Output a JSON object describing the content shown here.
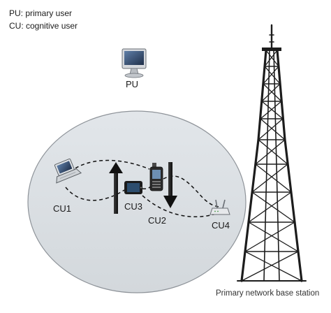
{
  "legend": {
    "pu": "PU: primary user",
    "cu": "CU: cognitive user"
  },
  "nodes": {
    "pu": {
      "label": "PU",
      "icon": "monitor-icon"
    },
    "cu1": {
      "label": "CU1",
      "icon": "laptop-icon"
    },
    "cu2": {
      "label": "CU2",
      "icon": "mobile-phone-icon"
    },
    "cu3": {
      "label": "CU3",
      "icon": "tablet-icon"
    },
    "cu4": {
      "label": "CU4",
      "icon": "wireless-router-icon"
    }
  },
  "base_station": {
    "label": "Primary network base station",
    "icon": "transmission-tower-icon"
  },
  "colors": {
    "ellipse_fill": "#d9dde1",
    "ellipse_stroke": "#8e9399",
    "link": "#111111",
    "tower": "#1c1c1c"
  }
}
